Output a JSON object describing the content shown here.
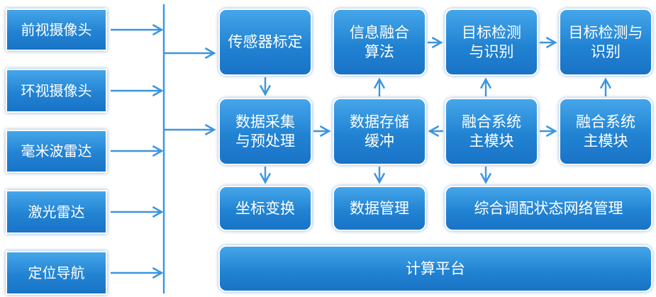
{
  "colors": {
    "box_fill": "#2283d3",
    "box_border": "#ffffff",
    "line": "#3b95e0",
    "text": "#ffffff"
  },
  "sensors": {
    "front_camera": "前视摄像头",
    "surround_camera": "环视摄像头",
    "mmwave_radar": "毫米波雷达",
    "lidar": "激光雷达",
    "positioning_navigation": "定位导航"
  },
  "modules": {
    "sensor_calibration": "传感器标定",
    "fusion_algorithm": [
      "信息融合",
      "算法"
    ],
    "target_detection_1": [
      "目标检测",
      "与识别"
    ],
    "target_detection_2": [
      "目标检测与",
      "识别"
    ],
    "data_acquisition": [
      "数据采集",
      "与预处理"
    ],
    "data_storage": [
      "数据存储",
      "缓冲"
    ],
    "fusion_main_1": [
      "融合系统",
      "主模块"
    ],
    "fusion_main_2": [
      "融合系统",
      "主模块"
    ],
    "coordinate_transform": "坐标变换",
    "data_management": "数据管理",
    "network_management": "综合调配状态网络管理",
    "computing_platform": "计算平台"
  }
}
